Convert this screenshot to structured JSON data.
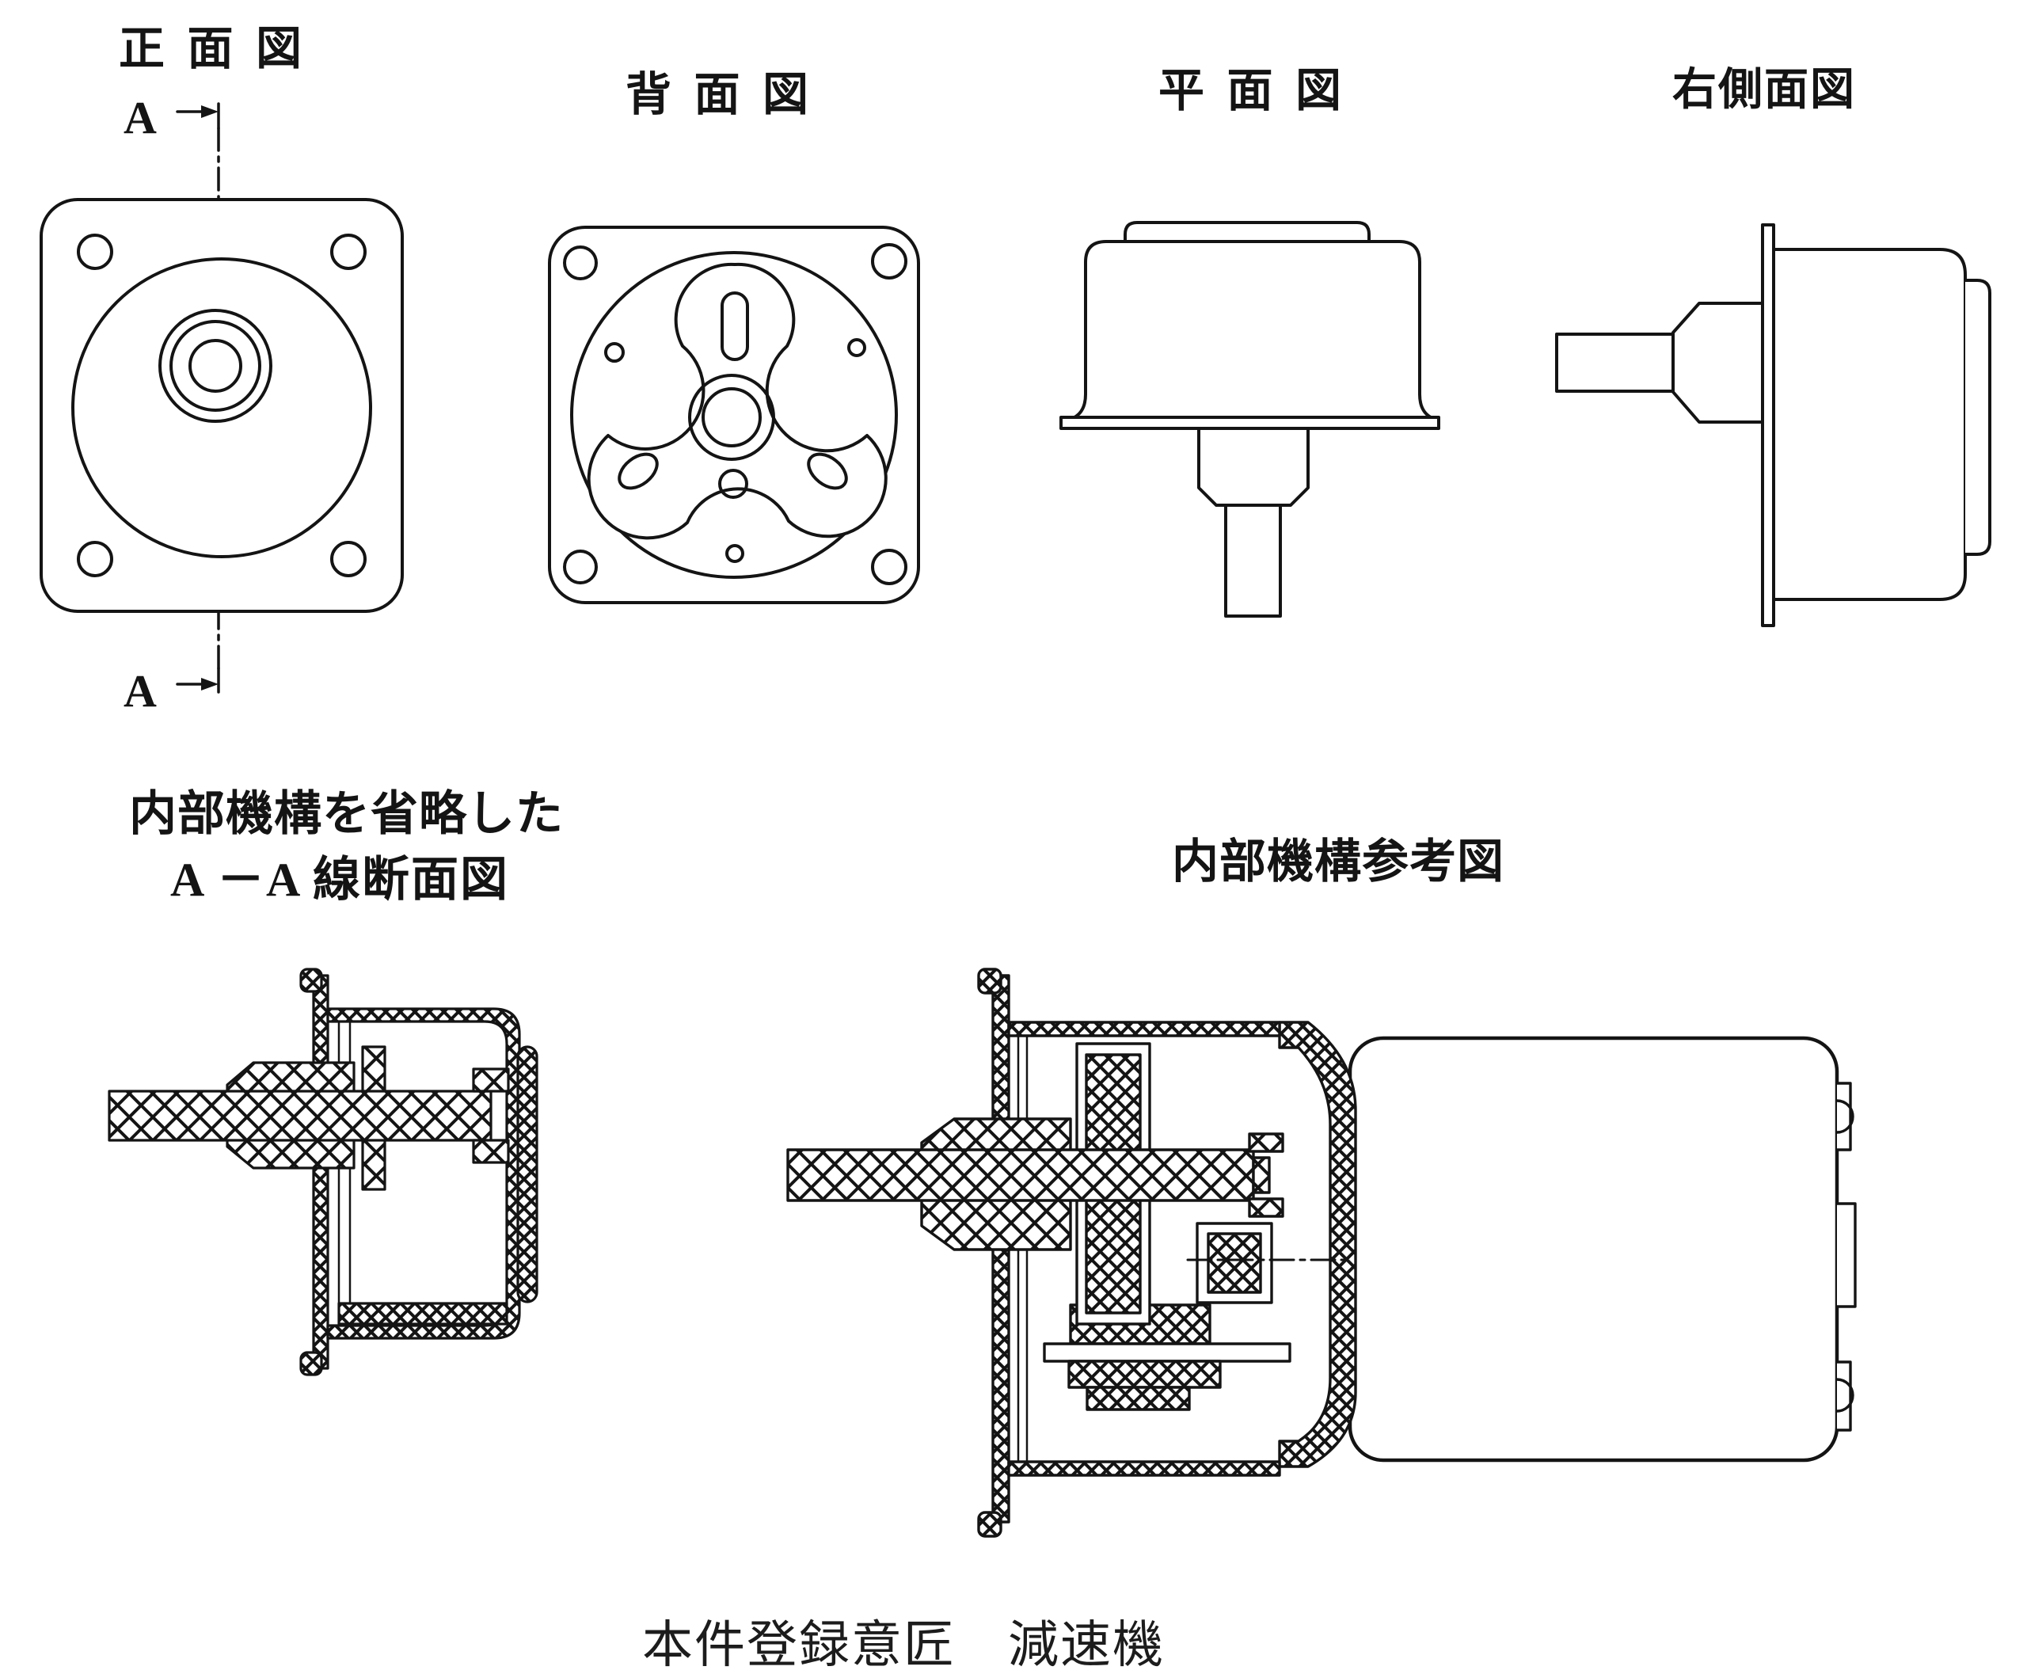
{
  "page": {
    "background": "#ffffff",
    "ink": "#141414"
  },
  "views": {
    "front": {
      "label": "正 面 図",
      "section_marker": "A"
    },
    "rear": {
      "label": "背 面 図"
    },
    "plan": {
      "label": "平 面 図"
    },
    "right_side": {
      "label": "右側面図"
    },
    "section_aa": {
      "label_line1": "内部機構を省略した",
      "label_line2": "A －A 線断面図"
    },
    "internal": {
      "label": "内部機構参考図"
    }
  },
  "caption": {
    "registered_design": "本件登録意匠　減速機"
  }
}
